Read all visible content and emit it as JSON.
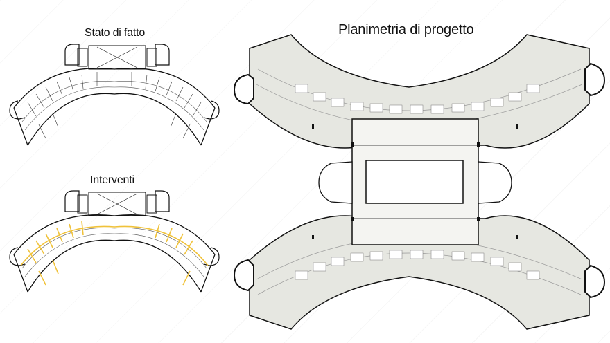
{
  "titles": {
    "existing": "Stato di fatto",
    "interventions": "Interventi",
    "project": "Planimetria di progetto"
  },
  "colors": {
    "background": "#ffffff",
    "wall": "#111111",
    "floor_fill": "#e6e7e1",
    "intervention": "#f0c23a"
  }
}
